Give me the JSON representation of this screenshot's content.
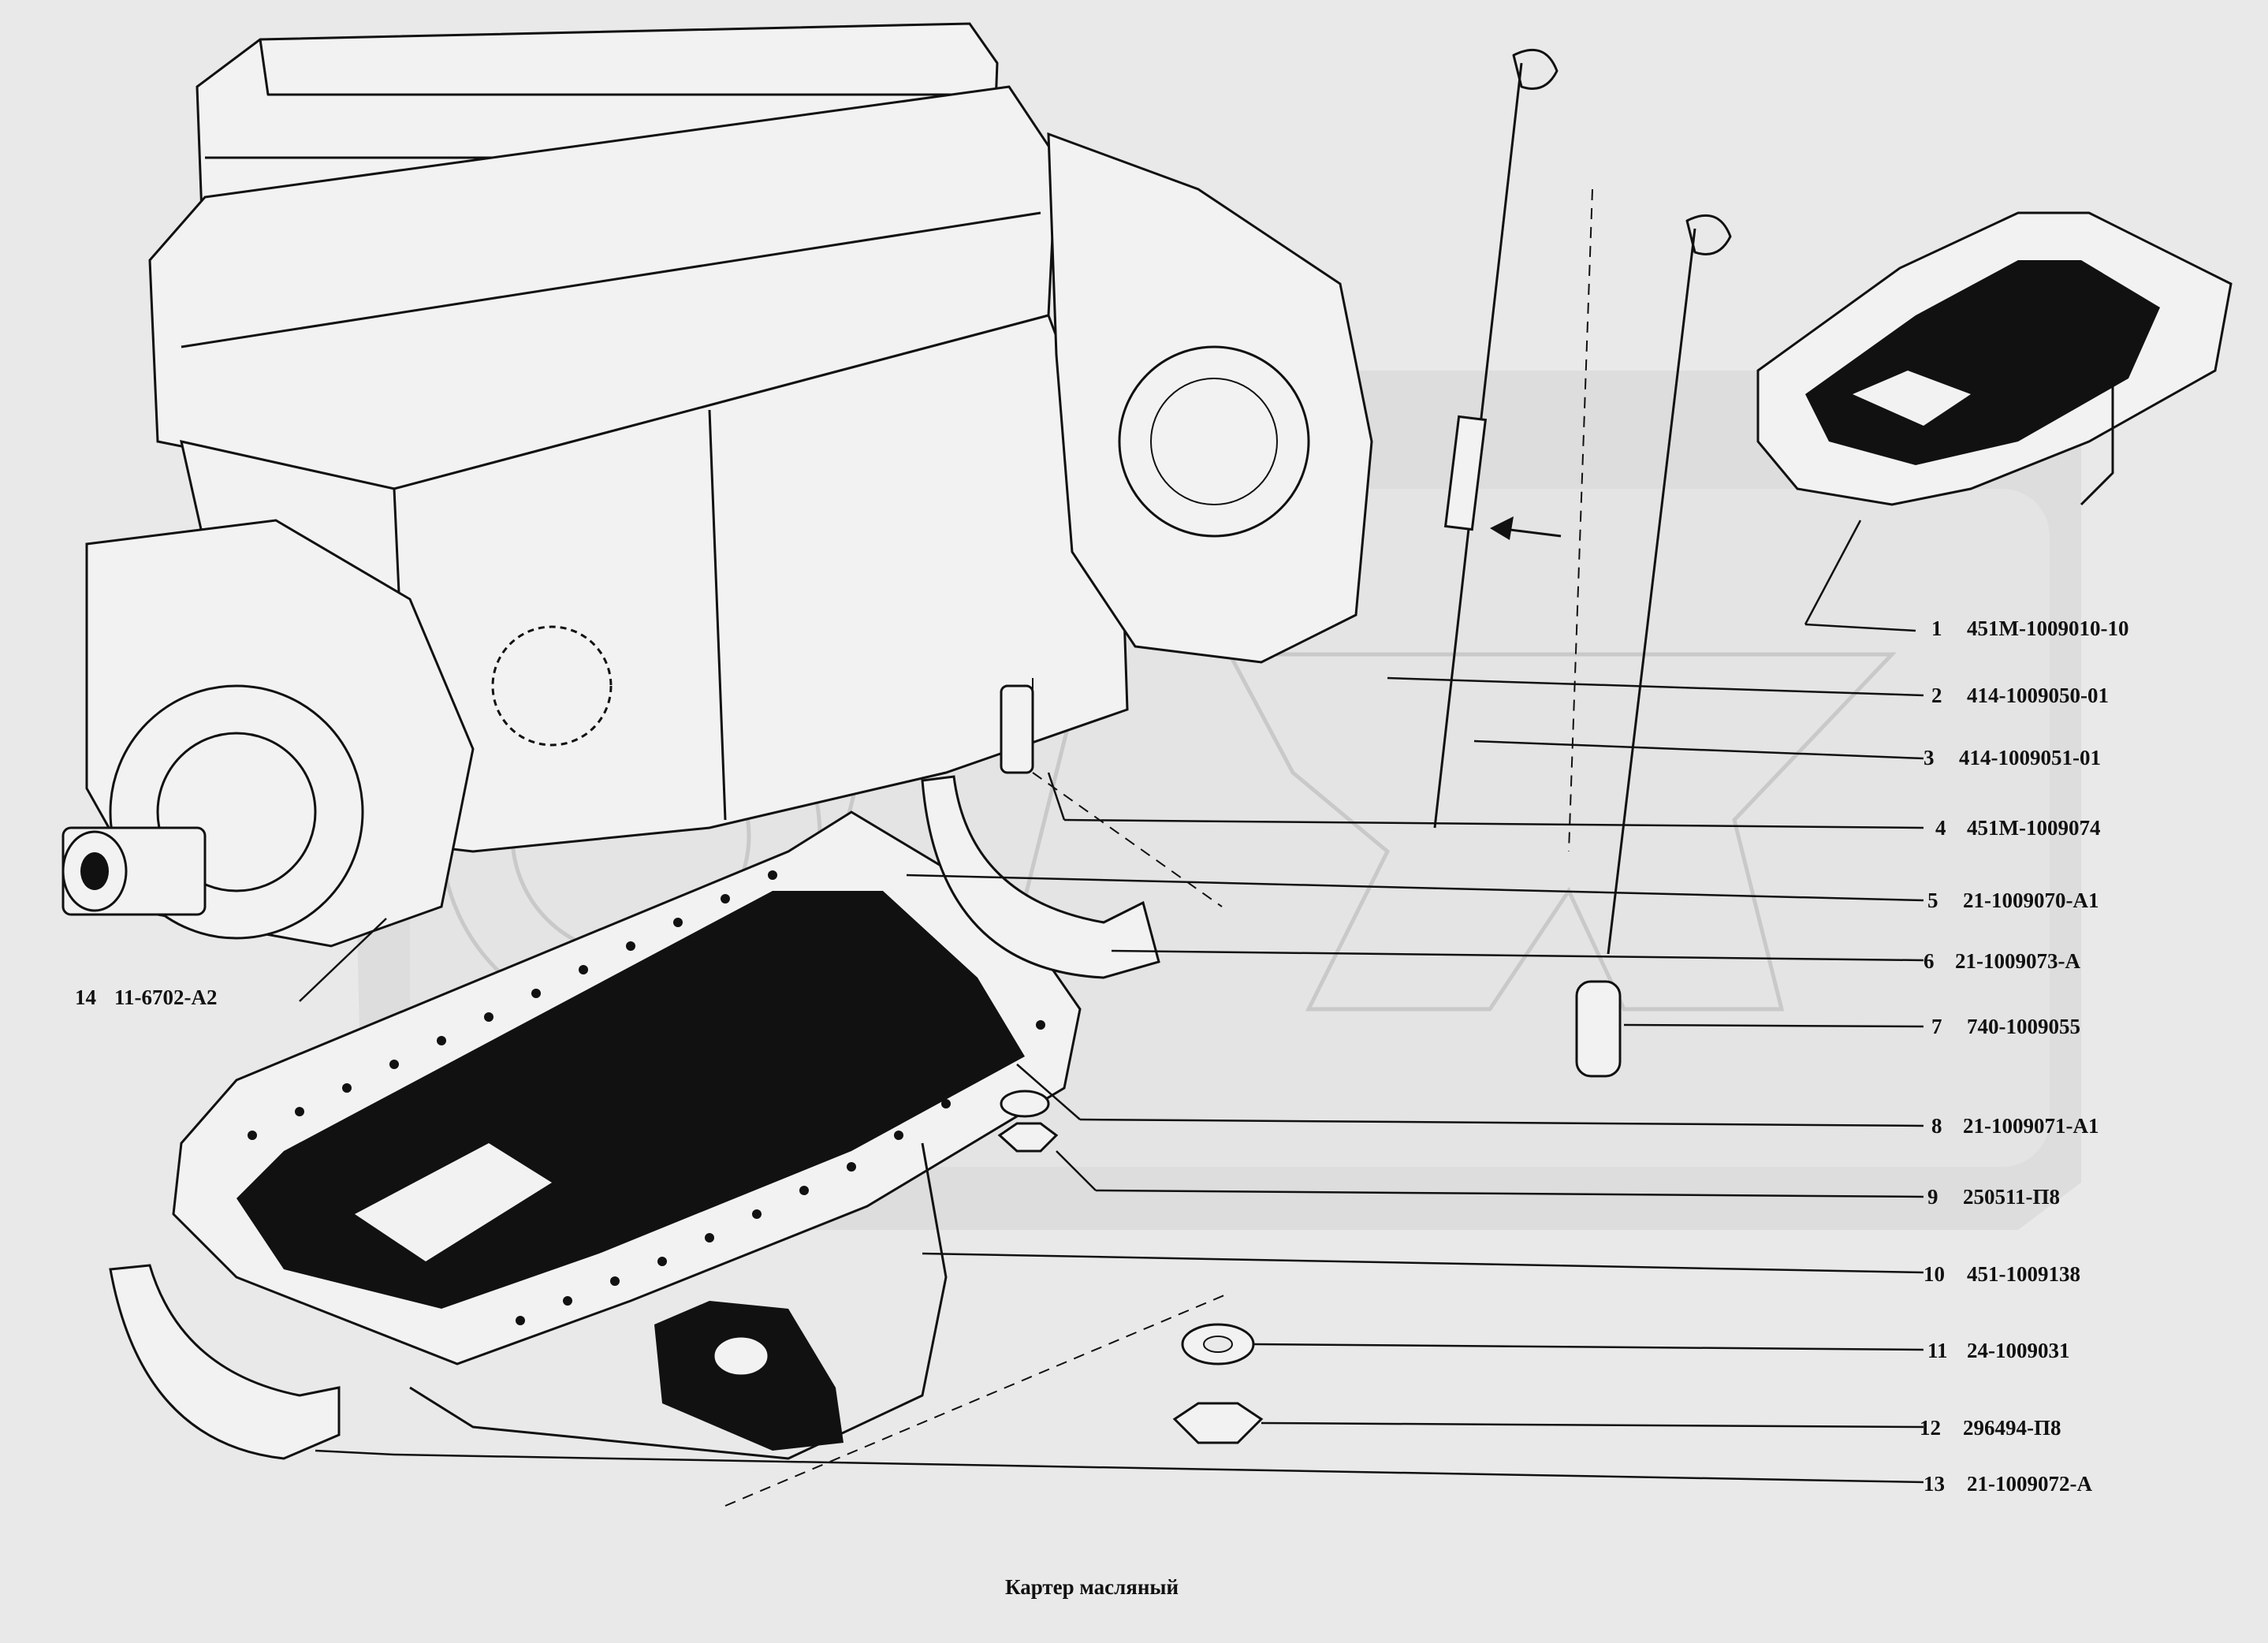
{
  "caption": "Картер масляный",
  "parts": [
    {
      "num": "1",
      "code": "451М-1009010-10"
    },
    {
      "num": "2",
      "code": "414-1009050-01"
    },
    {
      "num": "3",
      "code": "414-1009051-01"
    },
    {
      "num": "4",
      "code": "451М-1009074"
    },
    {
      "num": "5",
      "code": "21-1009070-А1"
    },
    {
      "num": "6",
      "code": "21-1009073-А"
    },
    {
      "num": "7",
      "code": "740-1009055"
    },
    {
      "num": "8",
      "code": "21-1009071-А1"
    },
    {
      "num": "9",
      "code": "250511-П8"
    },
    {
      "num": "10",
      "code": "451-1009138"
    },
    {
      "num": "11",
      "code": "24-1009031"
    },
    {
      "num": "12",
      "code": "296494-П8"
    },
    {
      "num": "13",
      "code": "21-1009072-А"
    },
    {
      "num": "14",
      "code": "11-6702-А2"
    }
  ]
}
